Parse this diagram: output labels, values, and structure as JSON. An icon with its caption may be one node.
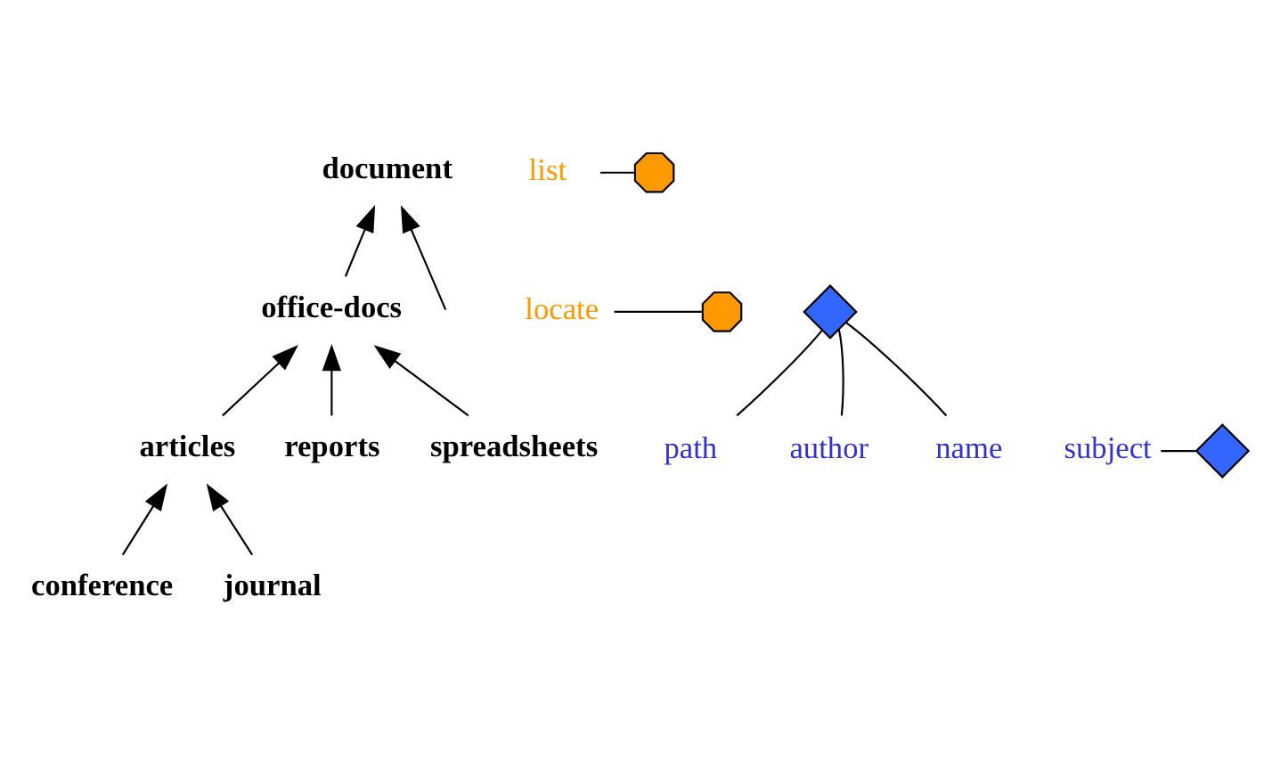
{
  "diagram": {
    "nodes": [
      {
        "text": [
          "document"
        ]
      },
      {
        "text": [
          "list"
        ]
      },
      {
        "text": [],
        "shape": "octagon"
      },
      {
        "text": [
          "office-docs"
        ]
      },
      {
        "text": [
          "locate"
        ]
      },
      {
        "text": [],
        "shape": "octagon"
      },
      {
        "text": [],
        "shape": "diamond"
      },
      {
        "text": [
          "path"
        ]
      },
      {
        "text": [
          "author"
        ]
      },
      {
        "text": [
          "name"
        ]
      },
      {
        "text": [
          "articles"
        ]
      },
      {
        "text": [
          "reports"
        ]
      },
      {
        "text": [
          "spreadsheets"
        ]
      },
      {
        "text": [
          "subject"
        ]
      },
      {
        "text": [],
        "shape": "diamond"
      },
      {
        "text": [
          "conference"
        ]
      },
      {
        "text": [
          "journal"
        ]
      }
    ],
    "edges": [
      {
        "from": null,
        "to": 0,
        "arrow": "to"
      },
      {
        "from": 3,
        "to": 0,
        "arrow": "to"
      },
      {
        "from": 1,
        "to": 2,
        "arrow": "none"
      },
      {
        "from": 4,
        "to": 5,
        "arrow": "none"
      },
      {
        "from": 6,
        "to": 7,
        "arrow": "none"
      },
      {
        "from": 6,
        "to": 8,
        "arrow": "none"
      },
      {
        "from": 6,
        "to": 9,
        "arrow": "none"
      },
      {
        "from": 10,
        "to": 3,
        "arrow": "to"
      },
      {
        "from": 11,
        "to": 3,
        "arrow": "to"
      },
      {
        "from": 12,
        "to": 3,
        "arrow": "to"
      },
      {
        "from": 13,
        "to": 14,
        "arrow": "none"
      },
      {
        "from": 15,
        "to": 10,
        "arrow": "to"
      },
      {
        "from": 16,
        "to": 10,
        "arrow": "to"
      }
    ]
  }
}
